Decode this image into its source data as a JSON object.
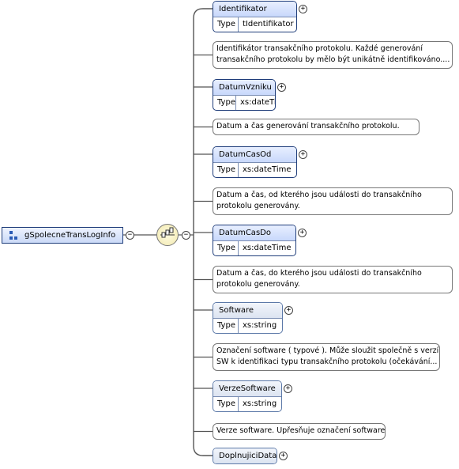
{
  "root": {
    "name": "gSpolecneTransLogInfo",
    "icon": "group-icon"
  },
  "compositor": {
    "icon": "sequence-icon"
  },
  "type_label": "Type",
  "elements": [
    {
      "name": "Identifikator",
      "type": "tIdentifikator",
      "optional": false,
      "doc_lines": [
        "Identifikátor transakčního protokolu. Každé generování",
        "transakčního protokolu by mělo být unikátně identifikováno...."
      ]
    },
    {
      "name": "DatumVzniku",
      "type": "xs:dateTime",
      "optional": false,
      "doc_lines": [
        "Datum a čas generování transakčního protokolu."
      ]
    },
    {
      "name": "DatumCasOd",
      "type": "xs:dateTime",
      "optional": false,
      "doc_lines": [
        "Datum a čas, od kterého jsou události do transakčního",
        "protokolu generovány."
      ]
    },
    {
      "name": "DatumCasDo",
      "type": "xs:dateTime",
      "optional": false,
      "doc_lines": [
        "Datum a čas, do kterého jsou události do transakčního",
        "protokolu generovány."
      ]
    },
    {
      "name": "Software",
      "type": "xs:string",
      "optional": true,
      "doc_lines": [
        "Označení software ( typové ). Může sloužit společně s verzí",
        "SW k identifikaci typu transakčního protokolu (očekávání..."
      ]
    },
    {
      "name": "VerzeSoftware",
      "type": "xs:string",
      "optional": true,
      "doc_lines": [
        "Verze software. Upřesňuje označení software."
      ]
    },
    {
      "name": "DoplnujiciData",
      "type": "",
      "optional": true,
      "doc_lines": []
    }
  ],
  "colors": {
    "required_border": "#1f3d7a",
    "optional_border": "#5c79a8",
    "connector": "#555555"
  }
}
